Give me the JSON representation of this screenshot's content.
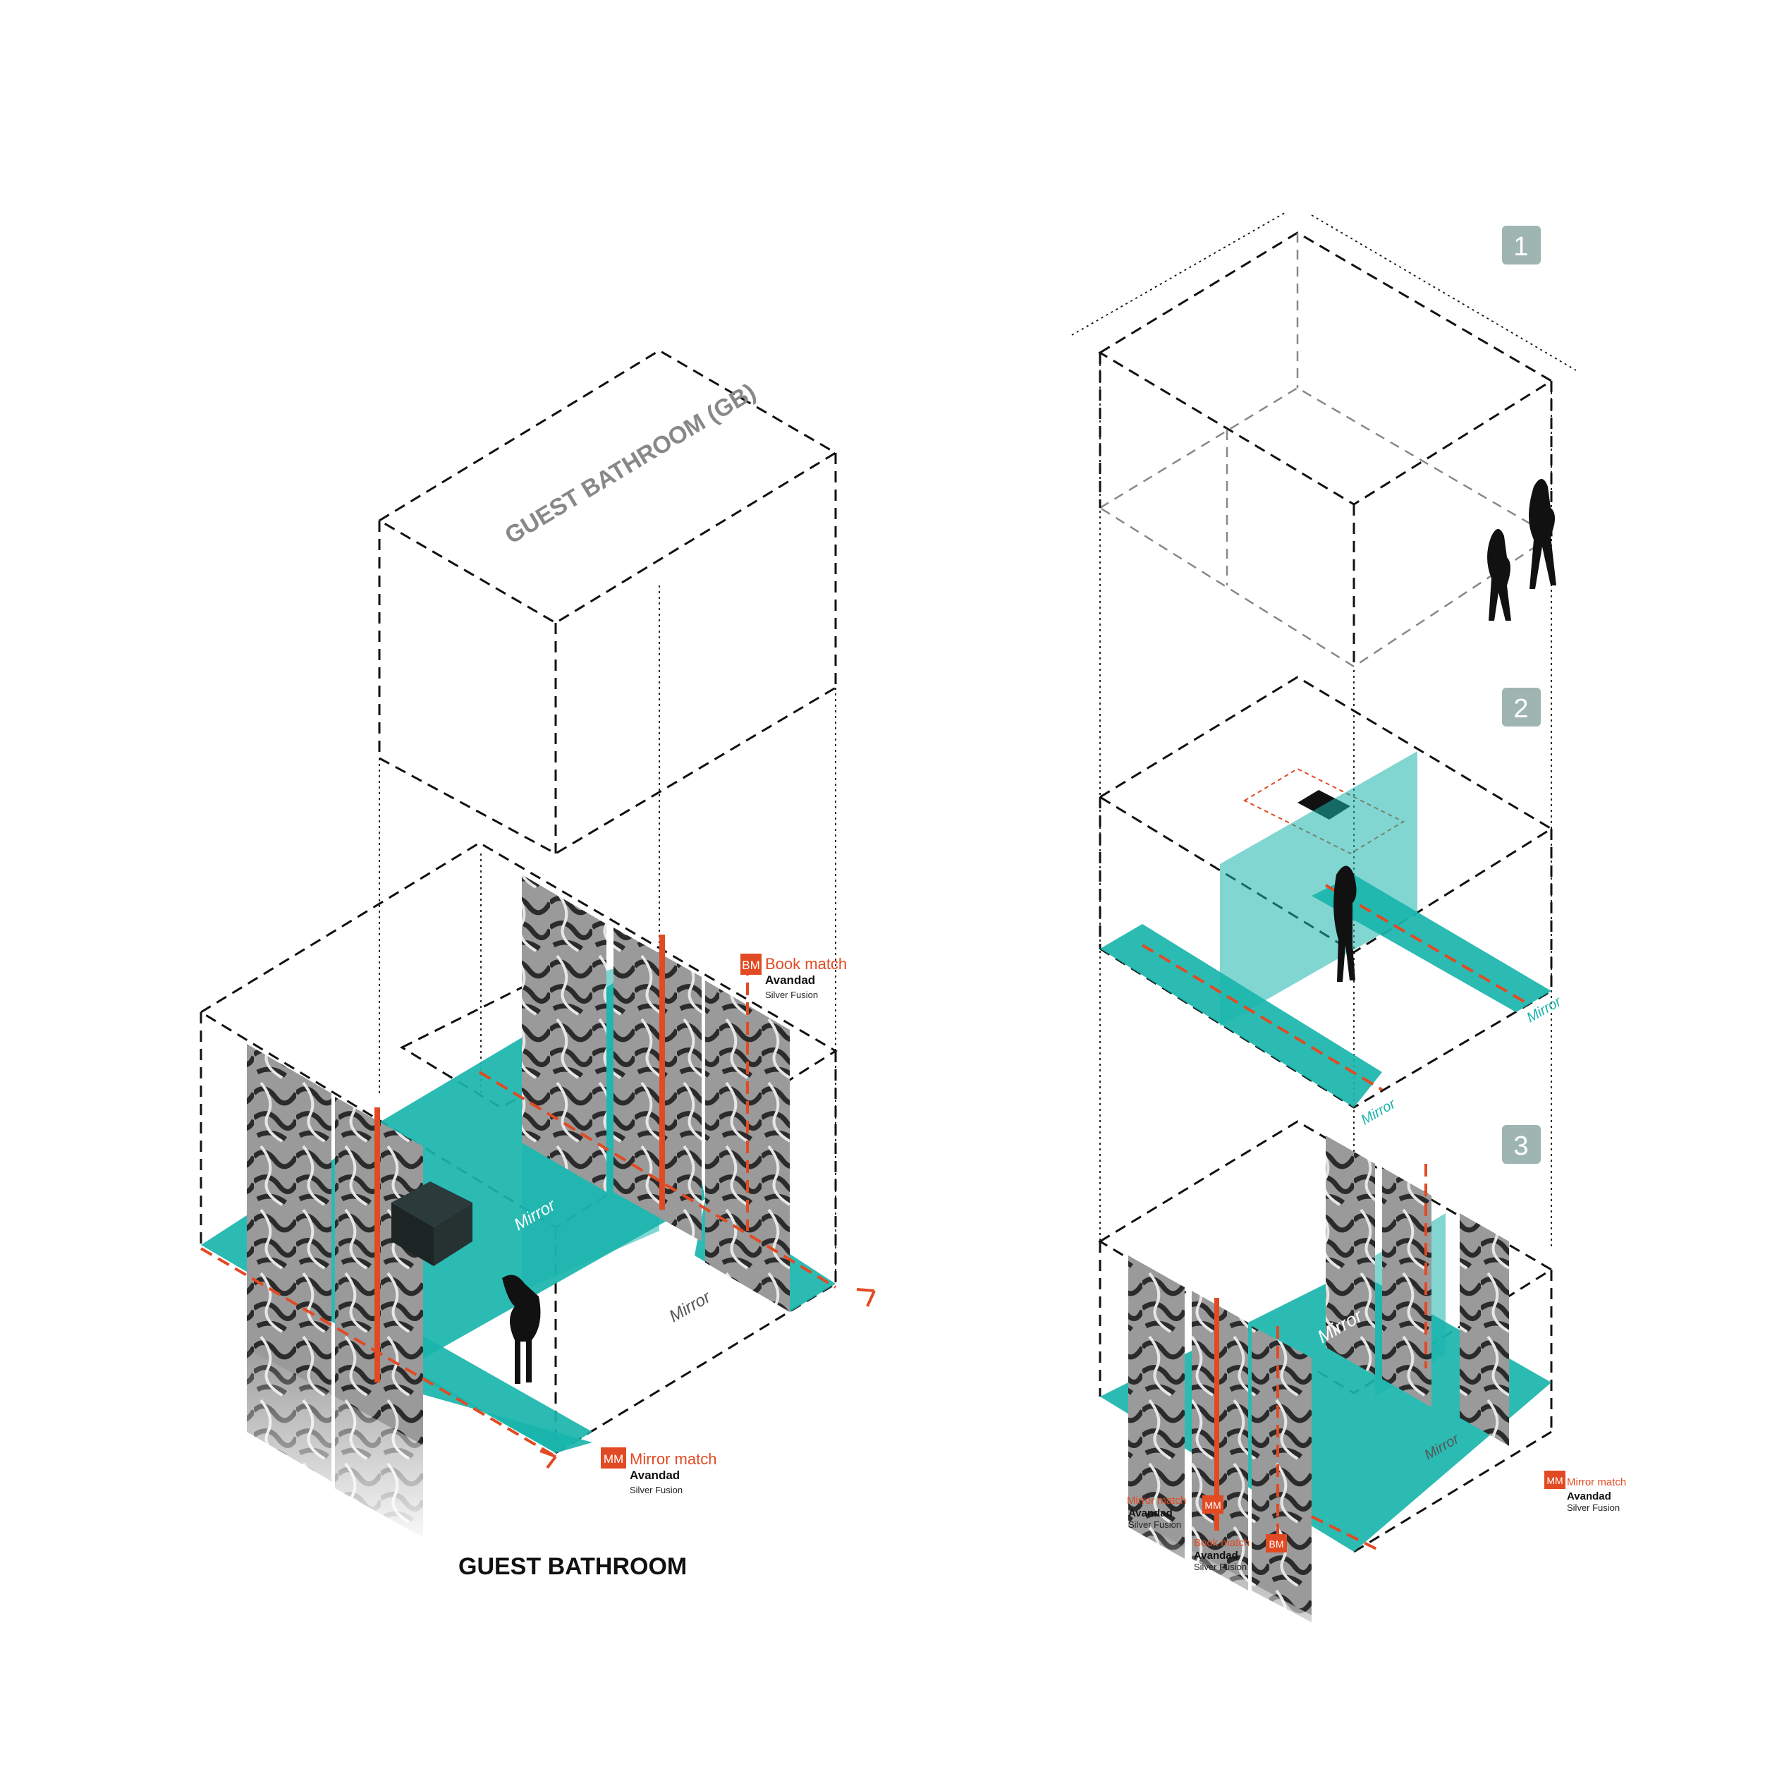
{
  "left": {
    "volume_label": "GUEST BATHROOM (GB)",
    "title": "GUEST BATHROOM",
    "mirror_labels": [
      "Mirror",
      "Mirror"
    ],
    "book_match": {
      "badge": "BM",
      "name": "Book match",
      "brand": "Avandad",
      "finish": "Silver Fusion"
    },
    "mirror_match": {
      "badge": "MM",
      "name": "Mirror match",
      "brand": "Avandad",
      "finish": "Silver Fusion"
    }
  },
  "right": {
    "steps": [
      "1",
      "2",
      "3"
    ],
    "step2_mirrors": [
      "Mirror",
      "Mirror"
    ],
    "step3_mirrors": [
      "Mirror",
      "Mirror"
    ],
    "mirror_match_left": {
      "badge": "MM",
      "name": "Mirror match",
      "brand": "Avandad",
      "finish": "Silver Fusion"
    },
    "book_match": {
      "badge": "BM",
      "name": "Book match",
      "brand": "Avandad",
      "finish": "Silver Fusion"
    },
    "mirror_match_right": {
      "badge": "MM",
      "name": "Mirror match",
      "brand": "Avandad",
      "finish": "Silver Fusion"
    }
  },
  "colors": {
    "teal": "#19b5ad",
    "accent": "#e24a23",
    "badge": "#9fb5b2",
    "ink": "#111111"
  }
}
